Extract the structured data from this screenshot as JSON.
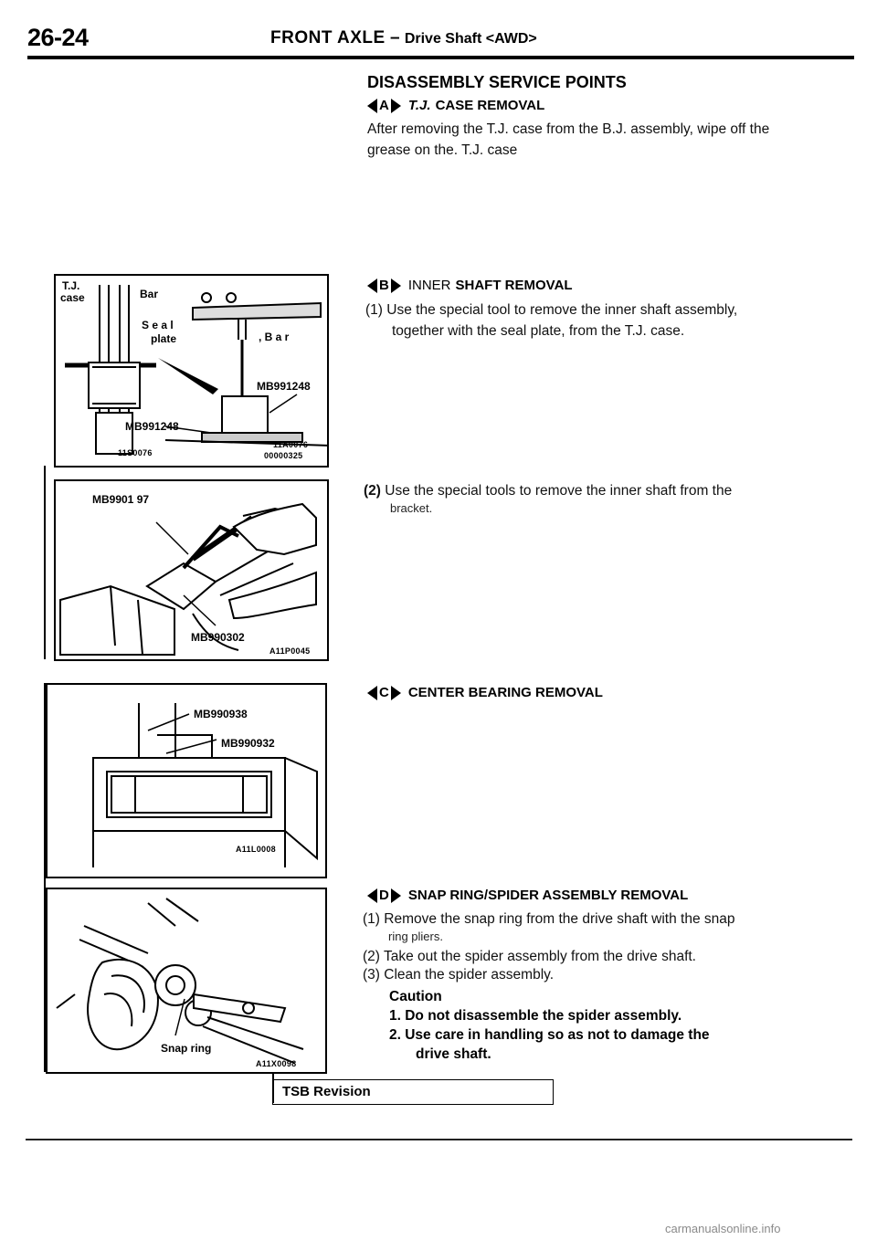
{
  "header": {
    "page_number": "26-24",
    "title_main": "FRONT AXLE",
    "dash": "–",
    "title_sub": "Drive Shaft <AWD>"
  },
  "section_title": "DISASSEMBLY SERVICE POINTS",
  "steps": {
    "a": {
      "code": "A",
      "prefix": "T.J.",
      "title": "CASE REMOVAL",
      "text": "After removing the T.J. case from the B.J. assembly, wipe off the grease on the. T.J. case"
    },
    "b": {
      "code": "B",
      "prefix": "INNER",
      "title": "SHAFT REMOVAL",
      "item1_num": "(1)",
      "item1_line1": "Use the special tool to remove the inner shaft assembly,",
      "item1_line2": "together with the seal plate, from the T.J. case.",
      "item2_num": "(2)",
      "item2_line1": "Use the special tools to remove the inner shaft from the",
      "item2_line2": "bracket."
    },
    "c": {
      "code": "C",
      "title": "CENTER BEARING REMOVAL"
    },
    "d": {
      "code": "D",
      "title": "SNAP RING/SPIDER ASSEMBLY REMOVAL",
      "item1_line1": "(1) Remove the snap ring from the drive shaft with the snap",
      "item1_line2": "ring pliers.",
      "item2": "(2) Take out the spider assembly from the drive shaft.",
      "item3": "(3) Clean the spider assembly.",
      "caution_label": "Caution",
      "caution1": "1. Do not disassemble the spider assembly.",
      "caution2_line1": "2. Use care in handling so as not to damage the",
      "caution2_line2": "drive shaft."
    }
  },
  "figures": {
    "fig1": {
      "tj": "T.J.",
      "case": "case",
      "bar1": "Bar",
      "seal": "S e a l",
      "plate": "plate",
      "bar2": ", B a r",
      "tool_right": "MB991248",
      "tool_left": "MB991248",
      "code_left": "11S0076",
      "code_right1": "11A0076",
      "code_right2": "00000325"
    },
    "fig2": {
      "tool_top": "MB9901 97",
      "tool_bottom": "MB990302",
      "code": "A11P0045"
    },
    "fig3": {
      "tool1": "MB990938",
      "tool2": "MB990932",
      "code": "A11L0008"
    },
    "fig4": {
      "label": "Snap ring",
      "code": "A11X0098"
    }
  },
  "footer": {
    "tsb": "TSB Revision",
    "watermark": "carmanualsonline.info"
  }
}
